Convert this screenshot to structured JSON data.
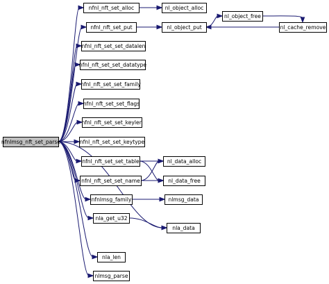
{
  "graph": {
    "colors": {
      "edge": "#191970",
      "root_fill": "#bfbfbf",
      "node_fill": "#ffffff"
    },
    "nodes": [
      {
        "id": "n_root",
        "label": "nfnlmsg_nft_set_parse",
        "root": true
      },
      {
        "id": "n_set_alloc",
        "label": "nfnl_nft_set_alloc"
      },
      {
        "id": "n_obj_alloc",
        "label": "nl_object_alloc"
      },
      {
        "id": "n_set_put",
        "label": "nfnl_nft_set_put"
      },
      {
        "id": "n_obj_put",
        "label": "nl_object_put"
      },
      {
        "id": "n_obj_free",
        "label": "nl_object_free"
      },
      {
        "id": "n_cache_remove",
        "label": "nl_cache_remove"
      },
      {
        "id": "n_datalen",
        "label": "nfnl_nft_set_set_datalen"
      },
      {
        "id": "n_datatype",
        "label": "nfnl_nft_set_set_datatype"
      },
      {
        "id": "n_family",
        "label": "nfnl_nft_set_set_family"
      },
      {
        "id": "n_flags",
        "label": "nfnl_nft_set_set_flags"
      },
      {
        "id": "n_keylen",
        "label": "nfnl_nft_set_set_keylen"
      },
      {
        "id": "n_keytype",
        "label": "nfnl_nft_set_set_keytype"
      },
      {
        "id": "n_table",
        "label": "nfnl_nft_set_set_table"
      },
      {
        "id": "n_name",
        "label": "nfnl_nft_set_set_name"
      },
      {
        "id": "n_data_alloc",
        "label": "nl_data_alloc"
      },
      {
        "id": "n_data_free",
        "label": "nl_data_free"
      },
      {
        "id": "n_nfnlmsg_family",
        "label": "nfnlmsg_family"
      },
      {
        "id": "n_nlmsg_data",
        "label": "nlmsg_data"
      },
      {
        "id": "n_get_u32",
        "label": "nla_get_u32"
      },
      {
        "id": "n_nla_data",
        "label": "nla_data"
      },
      {
        "id": "n_nla_len",
        "label": "nla_len"
      },
      {
        "id": "n_nlmsg_parse",
        "label": "nlmsg_parse"
      }
    ],
    "edges": [
      [
        "n_root",
        "n_set_alloc"
      ],
      [
        "n_root",
        "n_set_put"
      ],
      [
        "n_root",
        "n_datalen"
      ],
      [
        "n_root",
        "n_datatype"
      ],
      [
        "n_root",
        "n_family"
      ],
      [
        "n_root",
        "n_flags"
      ],
      [
        "n_root",
        "n_keylen"
      ],
      [
        "n_root",
        "n_keytype"
      ],
      [
        "n_root",
        "n_table"
      ],
      [
        "n_root",
        "n_name"
      ],
      [
        "n_root",
        "n_nfnlmsg_family"
      ],
      [
        "n_root",
        "n_get_u32"
      ],
      [
        "n_root",
        "n_nla_data"
      ],
      [
        "n_root",
        "n_nla_len"
      ],
      [
        "n_root",
        "n_nlmsg_parse"
      ],
      [
        "n_set_alloc",
        "n_obj_alloc"
      ],
      [
        "n_set_put",
        "n_obj_put"
      ],
      [
        "n_obj_put",
        "n_obj_free"
      ],
      [
        "n_obj_free",
        "n_cache_remove"
      ],
      [
        "n_cache_remove",
        "n_obj_put"
      ],
      [
        "n_table",
        "n_data_alloc"
      ],
      [
        "n_table",
        "n_data_free"
      ],
      [
        "n_name",
        "n_data_alloc"
      ],
      [
        "n_name",
        "n_data_free"
      ],
      [
        "n_nfnlmsg_family",
        "n_nlmsg_data"
      ],
      [
        "n_get_u32",
        "n_nla_data"
      ]
    ]
  }
}
